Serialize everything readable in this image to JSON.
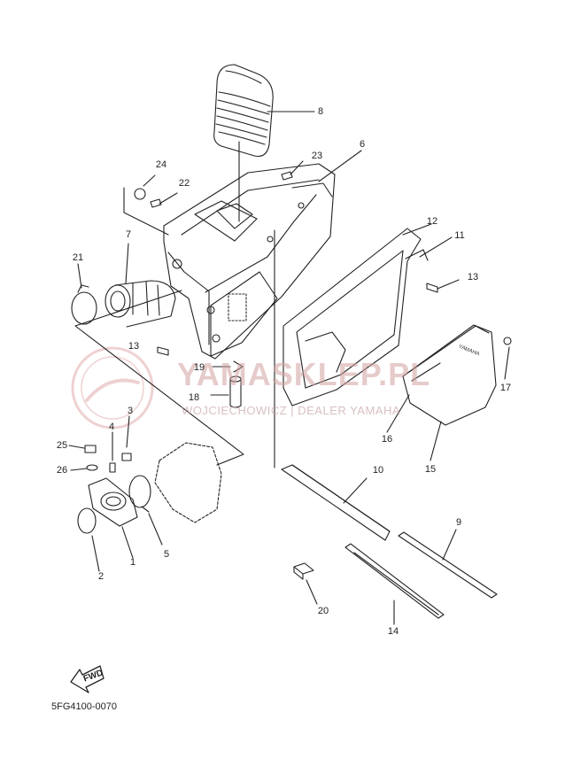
{
  "diagram": {
    "code": "5FG4100-0070",
    "fwd_label": "FWD",
    "cover_brand": "YAMAHA",
    "watermark": {
      "title": "YAMASKLEP.PL",
      "subtitle": "WOJCIECHOWICZ | DEALER YAMAHA",
      "color": "#d9a0a0"
    },
    "callouts": [
      "1",
      "2",
      "3",
      "4",
      "5",
      "6",
      "7",
      "8",
      "9",
      "10",
      "11",
      "12",
      "13",
      "13",
      "14",
      "15",
      "16",
      "17",
      "18",
      "19",
      "20",
      "21",
      "22",
      "23",
      "24",
      "25",
      "26"
    ]
  }
}
